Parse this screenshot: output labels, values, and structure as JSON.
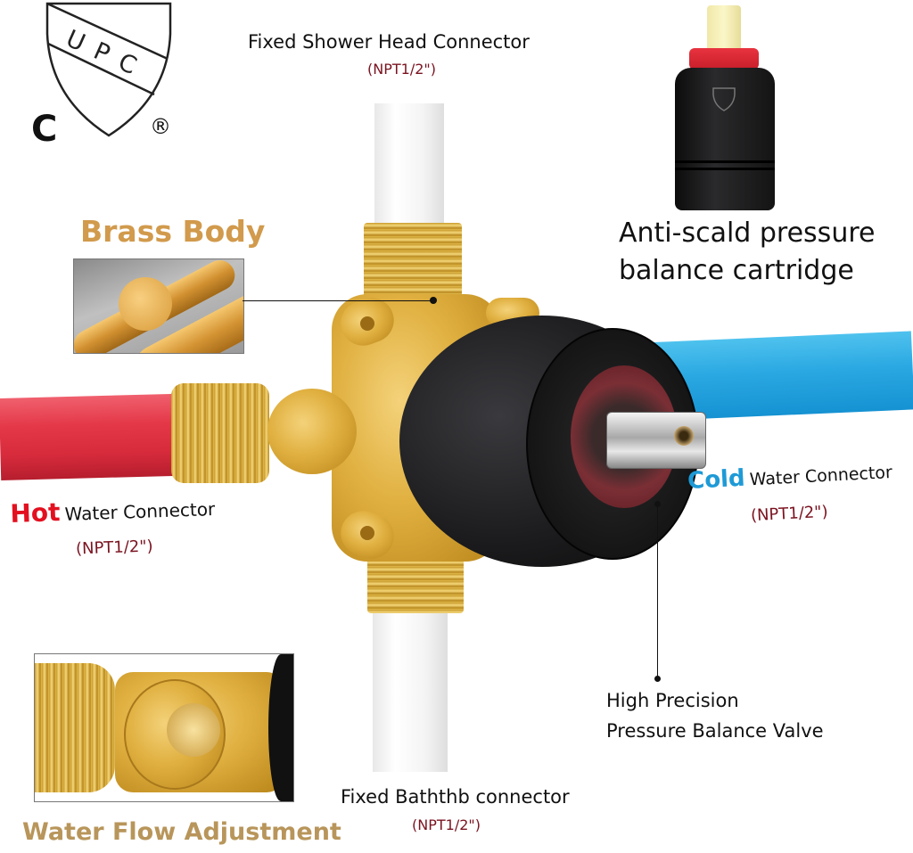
{
  "logo": {
    "shield_text": "UPC",
    "left_mark": "C",
    "right_mark": "®"
  },
  "callouts": {
    "shower_head": {
      "title": "Fixed Shower Head Connector",
      "spec": "(NPT1/2\")"
    },
    "brass_body": {
      "title": "Brass Body"
    },
    "cartridge": {
      "line1": "Anti-scald pressure",
      "line2": "balance cartridge"
    },
    "hot": {
      "accent": "Hot",
      "title": "Water Connector",
      "spec": "(NPT1/2\")"
    },
    "cold": {
      "accent": "Cold",
      "title": "Water Connector",
      "spec": "(NPT1/2\")"
    },
    "balance_valve": {
      "line1": "High Precision",
      "line2": "Pressure Balance Valve"
    },
    "bathtub": {
      "title": "Fixed Baththb connector",
      "spec": "(NPT1/2\")"
    },
    "flow_adjust": {
      "title": "Water Flow Adjustment"
    }
  },
  "colors": {
    "hot_accent": "#e3101f",
    "cold_accent": "#1e9ad6",
    "spec_text": "#7a1320",
    "brass_heading": "#d19a4c",
    "flow_heading": "#b8955a"
  }
}
